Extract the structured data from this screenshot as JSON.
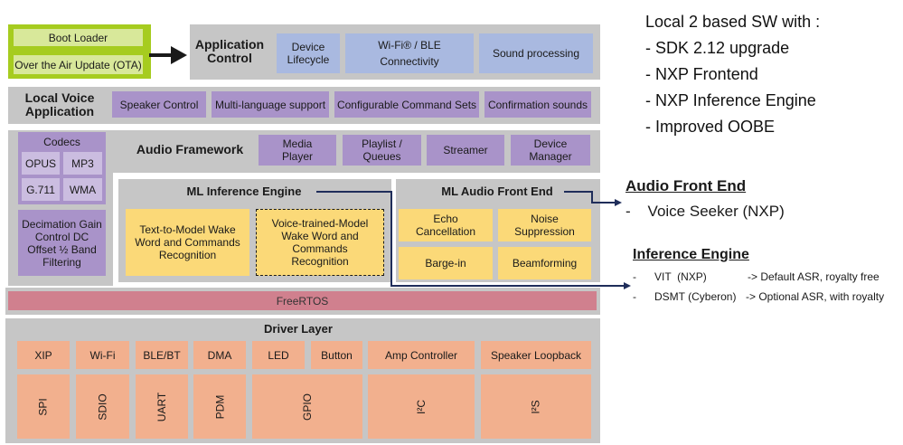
{
  "boot": {
    "boot_loader": "Boot Loader",
    "ota": "Over the Air Update (OTA)"
  },
  "app_control": {
    "title": "Application Control",
    "items": [
      "Device Lifecycle",
      "Wi-Fi® / BLE Connectivity",
      "Sound processing"
    ]
  },
  "local_voice": {
    "title": "Local Voice Application",
    "items": [
      "Speaker Control",
      "Multi-language support",
      "Configurable Command Sets",
      "Confirmation sounds"
    ]
  },
  "codecs": {
    "title": "Codecs",
    "items": [
      "OPUS",
      "MP3",
      "G.711",
      "WMA"
    ],
    "processing": "Decimation Gain Control DC Offset ½ Band Filtering"
  },
  "audio_framework": {
    "title": "Audio  Framework",
    "items": [
      "Media Player",
      "Playlist / Queues",
      "Streamer",
      "Device Manager"
    ]
  },
  "ml_inference": {
    "title": "ML Inference Engine",
    "items": [
      "Text-to-Model Wake Word and Commands Recognition",
      "Voice-trained-Model Wake Word and Commands Recognition"
    ]
  },
  "ml_afe": {
    "title": "ML Audio Front End",
    "items": [
      "Echo Cancellation",
      "Noise Suppression",
      "Barge-in",
      "Beamforming"
    ]
  },
  "rtos": {
    "label": "FreeRTOS"
  },
  "driver": {
    "title": "Driver Layer",
    "top": [
      "XIP",
      "Wi-Fi",
      "BLE/BT",
      "DMA",
      "LED",
      "Button",
      "Amp Controller",
      "Speaker Loopback"
    ],
    "bottom": [
      "SPI",
      "SDIO",
      "UART",
      "PDM",
      "GPIO",
      "I²C",
      "I²S"
    ]
  },
  "notes": {
    "heading": "Local 2 based SW with :",
    "items": [
      "- SDK 2.12 upgrade",
      "- NXP Frontend",
      "- NXP Inference Engine",
      "- Improved OOBE"
    ]
  },
  "afe_note": {
    "title": "Audio Front End",
    "item": "-    Voice Seeker (NXP)"
  },
  "ie_note": {
    "title": "Inference Engine",
    "rows": [
      {
        "dash": "-",
        "name": "VIT  (NXP)",
        "desc": "-> Default ASR, royalty free"
      },
      {
        "dash": "-",
        "name": "DSMT (Cyberon)",
        "desc": "-> Optional ASR, with royalty"
      }
    ]
  }
}
